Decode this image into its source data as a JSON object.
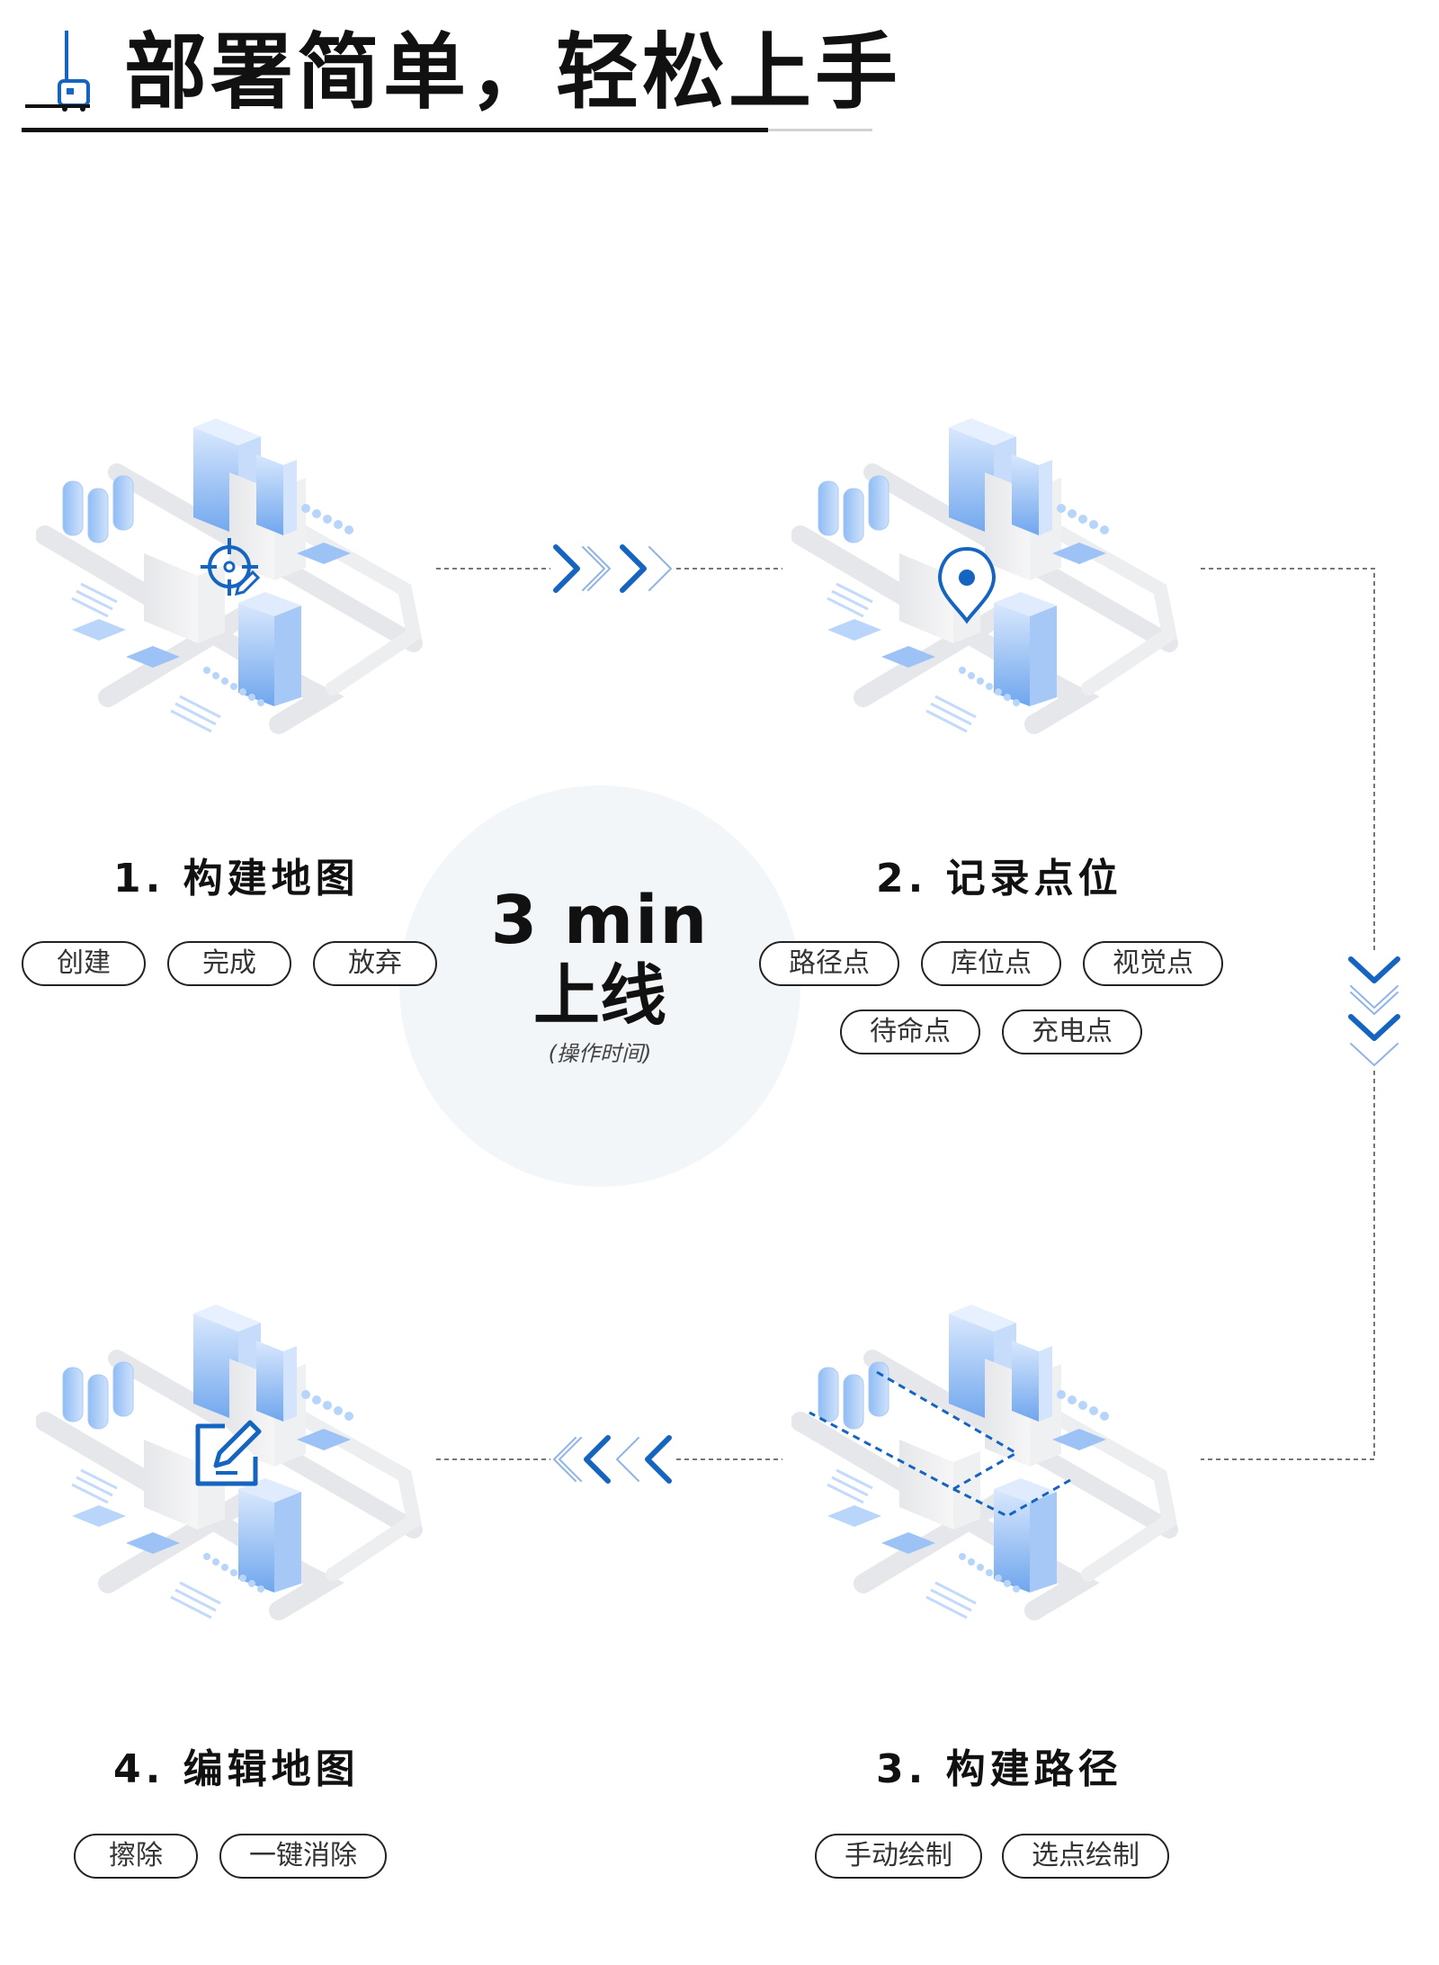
{
  "header": {
    "title": "部署简单，轻松上手",
    "icon": "robot-forklift-icon"
  },
  "center": {
    "time_value": "3 min",
    "time_label": "上线",
    "note": "(操作时间)"
  },
  "steps": [
    {
      "title": "1. 构建地图",
      "icon": "target-edit-icon",
      "tags": [
        "创建",
        "完成",
        "放弃"
      ]
    },
    {
      "title": "2. 记录点位",
      "icon": "map-pin-icon",
      "tags": [
        "路径点",
        "库位点",
        "视觉点",
        "待命点",
        "充电点"
      ]
    },
    {
      "title": "3. 构建路径",
      "icon": "dashed-route-icon",
      "tags": [
        "手动绘制",
        "选点绘制"
      ]
    },
    {
      "title": "4. 编辑地图",
      "icon": "edit-square-icon",
      "tags": [
        "擦除",
        "一键消除"
      ]
    }
  ],
  "colors": {
    "accent": "#1565c0",
    "building_light": "#bcd7fb",
    "building_mid": "#7fb0f2",
    "ground": "#e2e4e7",
    "circle_bg": "#f3f6f9"
  }
}
